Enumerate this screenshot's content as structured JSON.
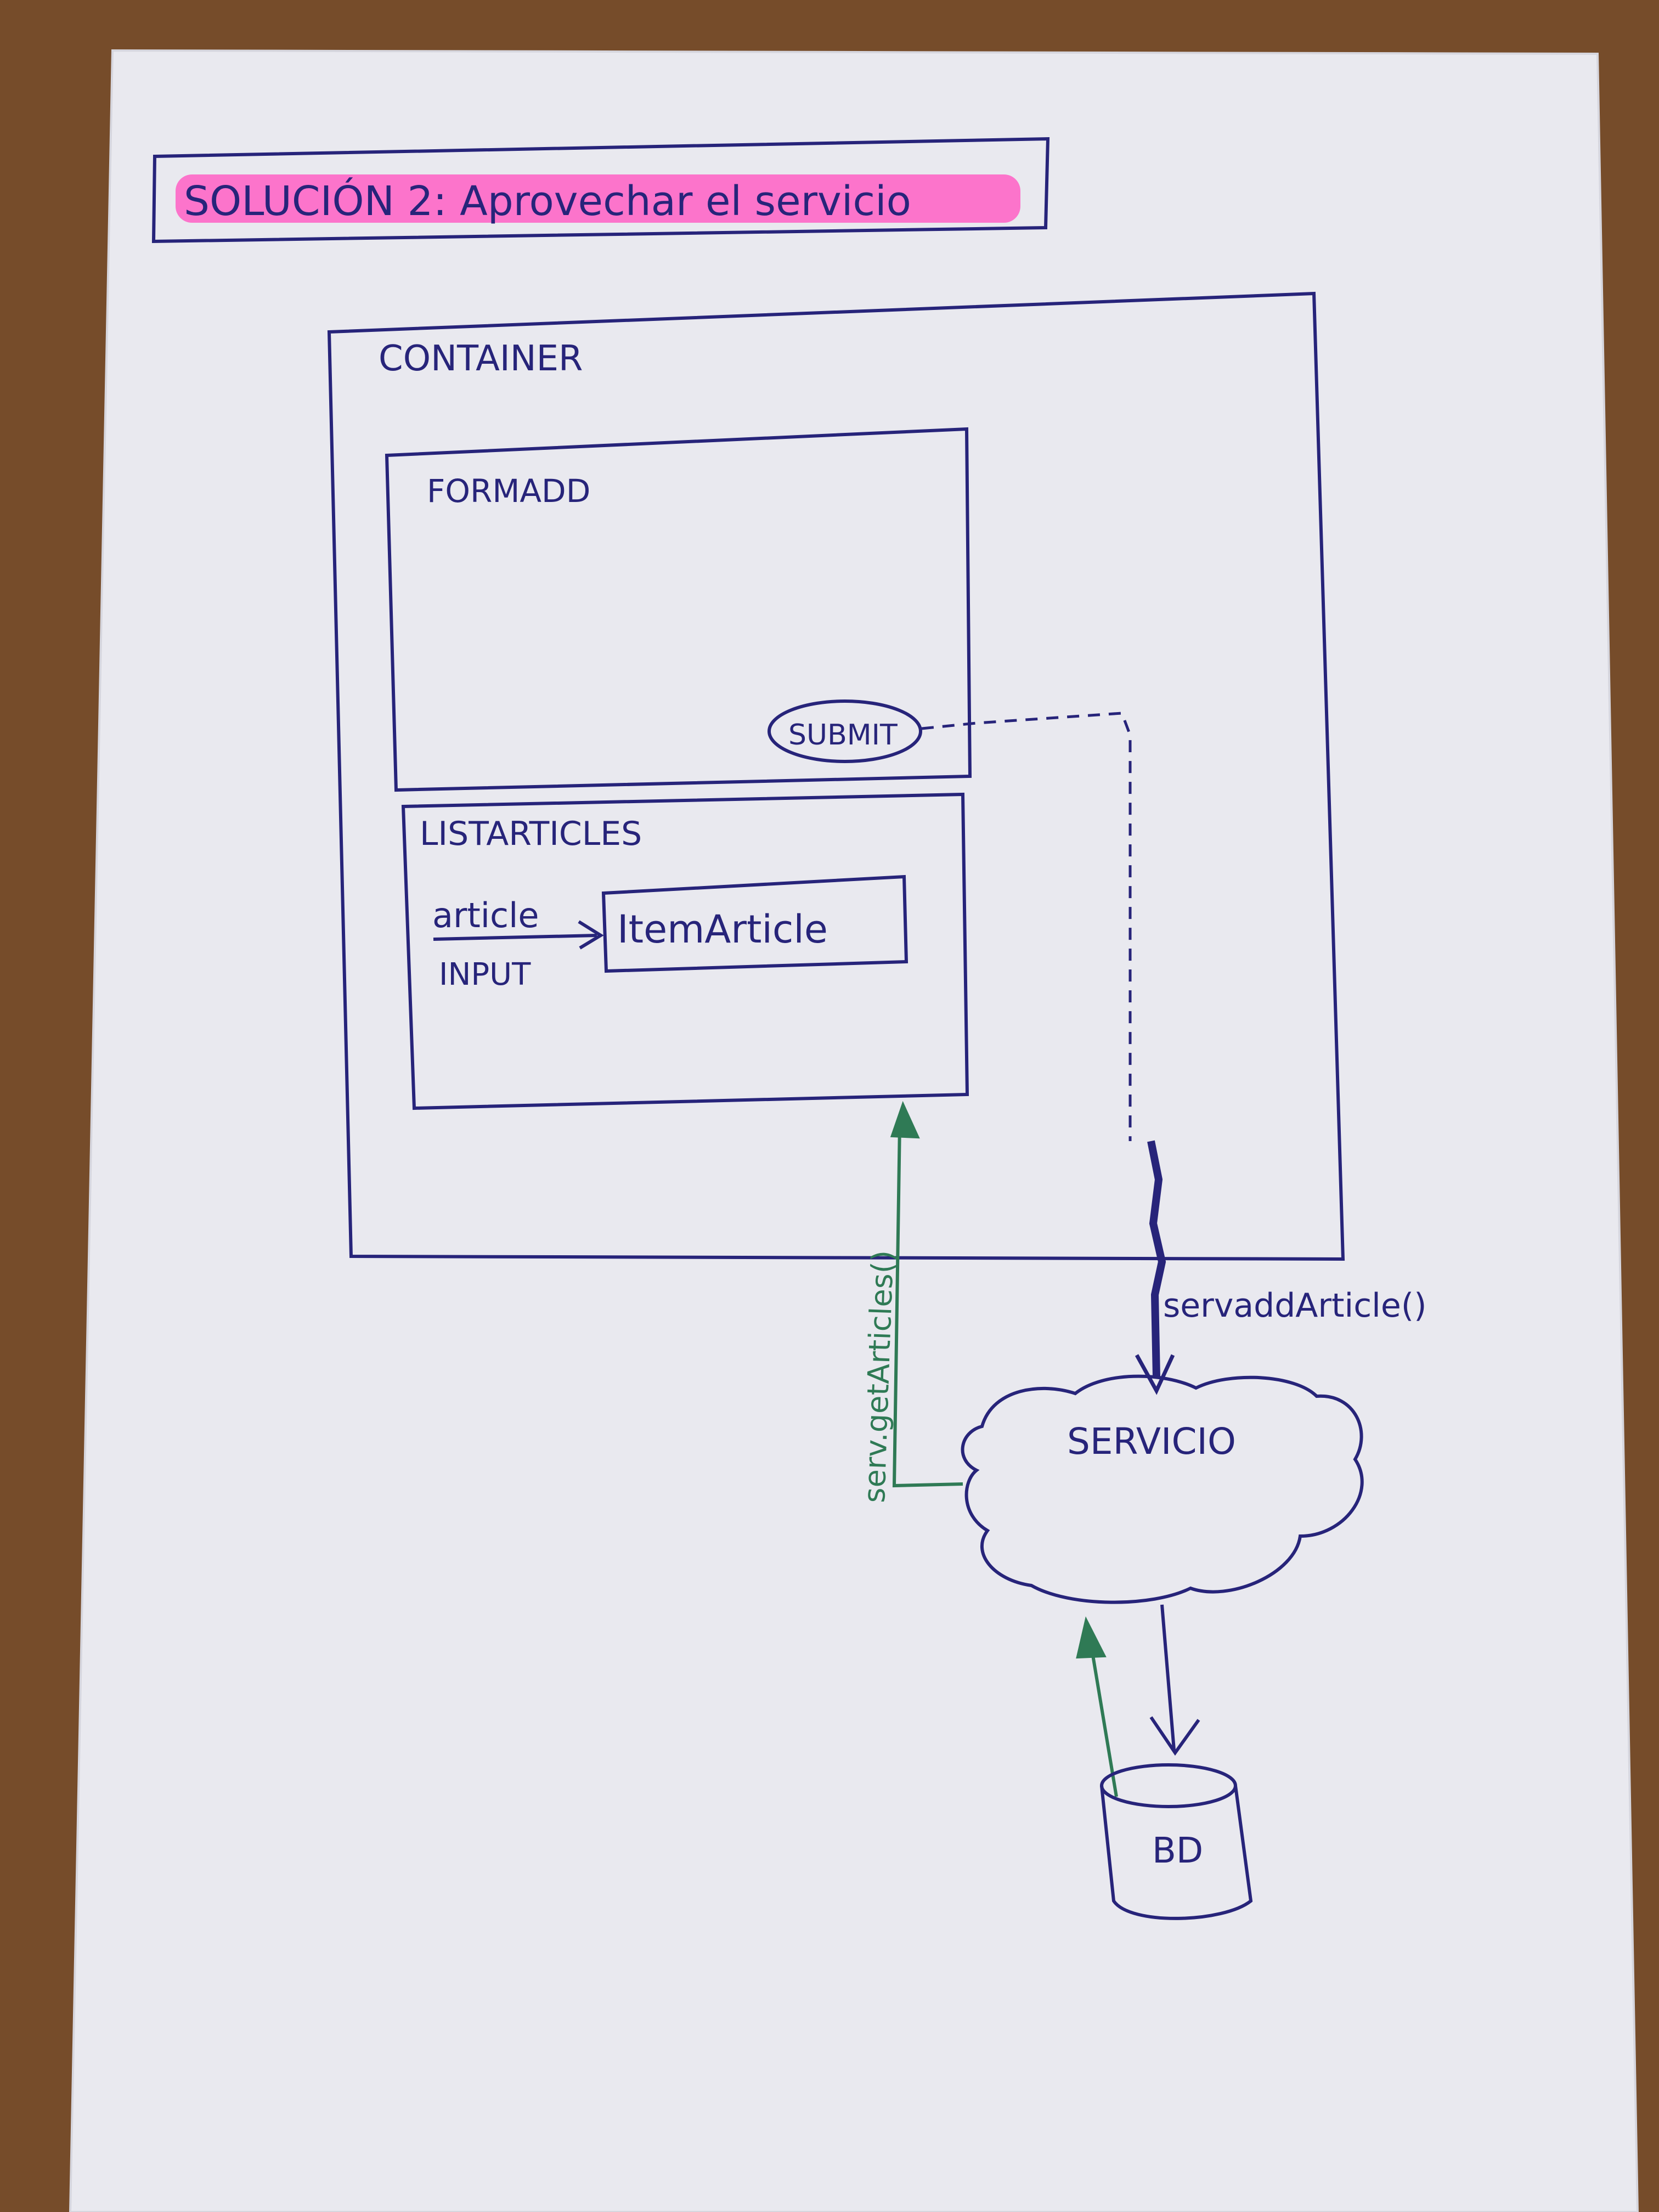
{
  "title": "SOLUCIÓN 2: Aprovechar el servicio",
  "colors": {
    "ink_blue": "#27247a",
    "ink_green": "#2f7a55",
    "highlighter_pink": "#ff5fc4",
    "paper": "#e9e9ef",
    "desk": "#7a4f2c"
  },
  "boxes": {
    "container": "CONTAINER",
    "form": "FORMADD",
    "submit": "SUBMIT",
    "list": "LISTARTICLES",
    "item": "ItemArticle",
    "arrow_top_label": "article",
    "arrow_bottom_label": "INPUT"
  },
  "flows": {
    "add_call": "servaddArticle()",
    "get_call": "serv.getArticles()"
  },
  "nodes": {
    "service": "SERVICIO",
    "database": "BD"
  }
}
